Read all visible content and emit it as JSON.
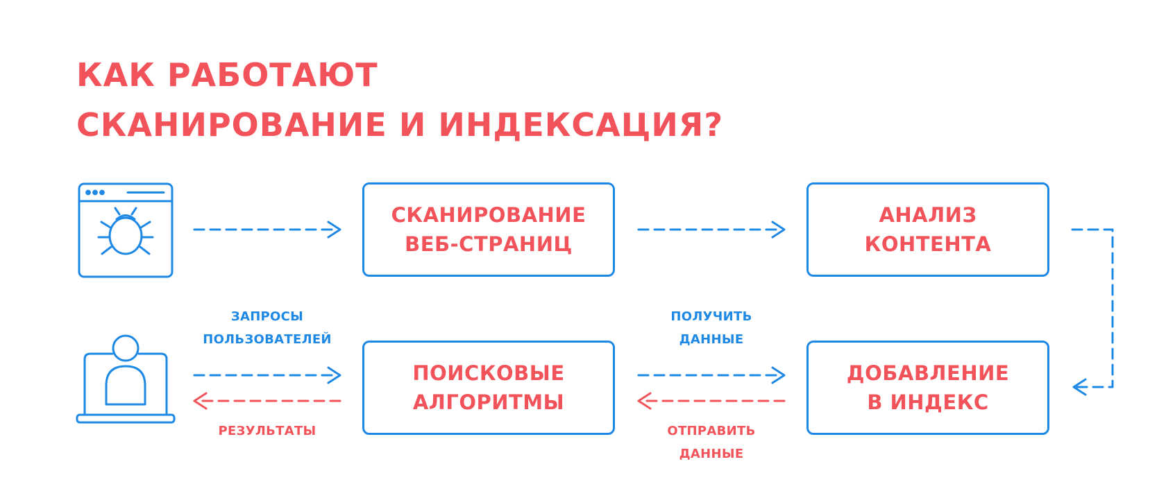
{
  "title": {
    "line1": "КАК РАБОТАЮТ",
    "line2": "СКАНИРОВАНИЕ И ИНДЕКСАЦИЯ?"
  },
  "boxes": {
    "crawl": {
      "line1": "СКАНИРОВАНИЕ",
      "line2": "ВЕБ-СТРАНИЦ"
    },
    "analyze": {
      "line1": "АНАЛИЗ",
      "line2": "КОНТЕНТА"
    },
    "search": {
      "line1": "ПОИСКОВЫЕ",
      "line2": "АЛГОРИТМЫ"
    },
    "index": {
      "line1": "ДОБАВЛЕНИЕ",
      "line2": "В ИНДЕКС"
    }
  },
  "labels": {
    "user_queries": {
      "line1": "ЗАПРОСЫ",
      "line2": "ПОЛЬЗОВАТЕЛЕЙ"
    },
    "results": "РЕЗУЛЬТАТЫ",
    "get_data": {
      "line1": "ПОЛУЧИТЬ",
      "line2": "ДАННЫЕ"
    },
    "send_data": {
      "line1": "ОТПРАВИТЬ",
      "line2": "ДАННЫЕ"
    }
  },
  "icons": {
    "crawler": "browser-bug-icon",
    "user": "user-laptop-icon"
  },
  "colors": {
    "accent_red": "#f2535a",
    "accent_blue": "#1e88e5"
  }
}
